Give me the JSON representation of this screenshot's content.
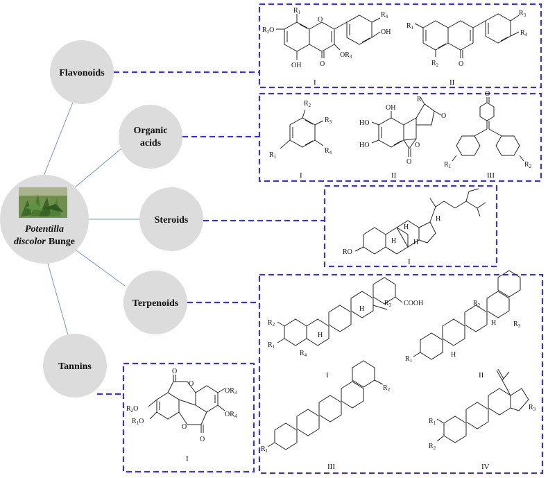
{
  "center": {
    "title_italic_1": "Potentilla",
    "title_italic_2": "discolor",
    "title_plain": "Bunge",
    "photo_icon": "plant-photo-icon"
  },
  "categories": {
    "flavonoids": "Flavonoids",
    "organic_acids_1": "Organic",
    "organic_acids_2": "acids",
    "steroids": "Steroids",
    "terpenoids": "Terpenoids",
    "tannins": "Tannins"
  },
  "flavonoids": {
    "s1": {
      "r1": "R",
      "r1sub": "1",
      "r2": "R",
      "r2sub": "2",
      "o7": "O",
      "r4": "R",
      "r4sub": "4",
      "oh1": "OH",
      "oh2": "OH",
      "or3": "OR",
      "or3sub": "3",
      "ketone": "O",
      "ring_o": "O",
      "numeral": "I"
    },
    "s2": {
      "r1": "R",
      "r1sub": "1",
      "r2": "R",
      "r2sub": "2",
      "r3": "R",
      "r3sub": "3",
      "r4": "R",
      "r4sub": "4",
      "ketone": "O",
      "numeral": "II"
    }
  },
  "organic_acids": {
    "s1": {
      "r1": "R",
      "r1sub": "1",
      "r2": "R",
      "r2sub": "2",
      "r3": "R",
      "r3sub": "3",
      "r4": "R",
      "r4sub": "4",
      "numeral": "I"
    },
    "s2": {
      "oh1": "OH",
      "oh2": "HO",
      "oh3": "HO",
      "r": "R",
      "o1": "O",
      "o2": "O",
      "o3": "O",
      "numeral": "II"
    },
    "s3": {
      "o": "O",
      "r1": "R",
      "r1sub": "1",
      "r2": "R",
      "r2sub": "2",
      "numeral": "III"
    }
  },
  "steroids": {
    "s1": {
      "ro": "RO",
      "h1": "H",
      "h2": "H",
      "h3": "H",
      "h4": "H",
      "numeral": "I"
    }
  },
  "terpenoids": {
    "s1": {
      "r1": "R",
      "r1sub": "1",
      "r2": "R",
      "r2sub": "2",
      "r3": "R",
      "r3sub": "3",
      "r4": "R",
      "r4sub": "4",
      "h1": "H",
      "h2": "H",
      "cooh": "COOH",
      "numeral": "I"
    },
    "s2": {
      "r1": "R",
      "r1sub": "1",
      "r2": "R",
      "r2sub": "2",
      "r3": "R",
      "r3sub": "3",
      "h1": "H",
      "h2": "H",
      "numeral": "II"
    },
    "s3": {
      "r1": "R",
      "r1sub": "1",
      "r2": "R",
      "r2sub": "2",
      "numeral": "III"
    },
    "s4": {
      "r1": "R",
      "r1sub": "1",
      "r2": "R",
      "r2sub": "2",
      "r3": "R",
      "r3sub": "3",
      "numeral": "IV"
    }
  },
  "tannins": {
    "s1": {
      "or3": "OR",
      "or3sub": "3",
      "or4": "OR",
      "or4sub": "4",
      "r2o": "R",
      "r2osub": "2",
      "r2ox": "O",
      "r1o": "R",
      "r1osub": "1",
      "r1ox": "O",
      "o1": "O",
      "o2": "O",
      "o3": "O",
      "o4": "O",
      "numeral": "I"
    }
  },
  "colors": {
    "dashed_box": "#3a34c8",
    "branch_line": "#6f95cf",
    "bubble": "#dcdcdc"
  }
}
